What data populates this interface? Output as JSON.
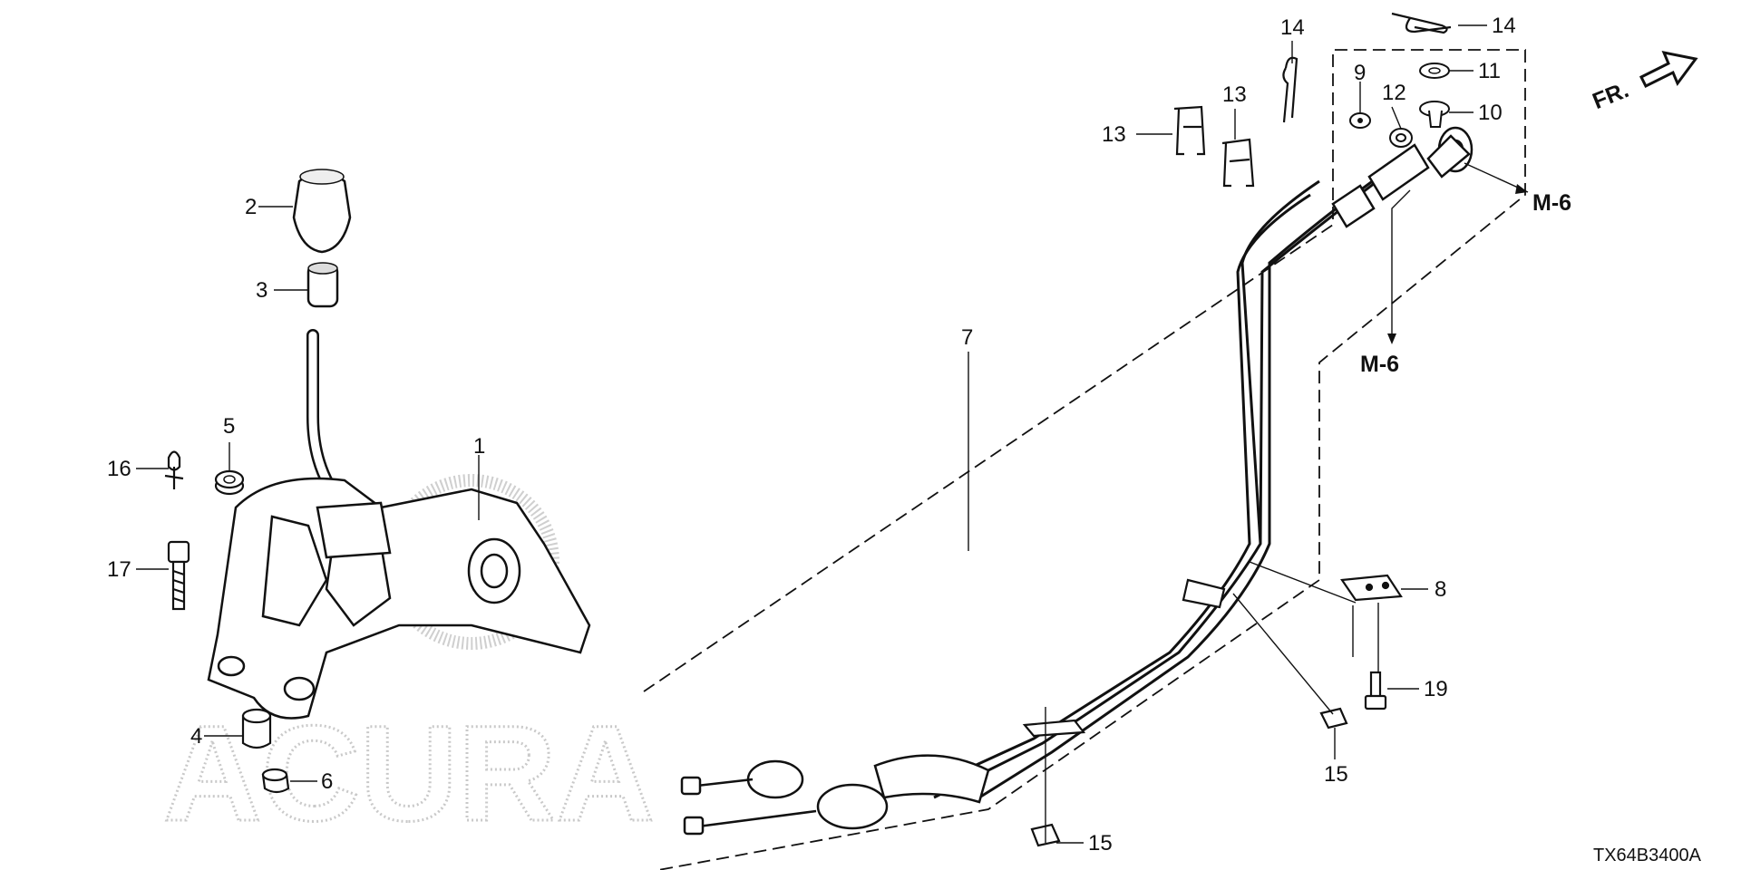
{
  "diagram": {
    "watermark": "ACURA",
    "diagram_code": "TX64B3400A",
    "direction_label": "FR.",
    "references": [
      "M-6",
      "M-6"
    ],
    "callouts": [
      "1",
      "2",
      "3",
      "4",
      "5",
      "6",
      "7",
      "8",
      "9",
      "10",
      "11",
      "12",
      "13",
      "13",
      "14",
      "14",
      "15",
      "15",
      "16",
      "17",
      "19"
    ]
  },
  "colors": {
    "line": "#111111",
    "watermark": "#c9c9c9"
  }
}
